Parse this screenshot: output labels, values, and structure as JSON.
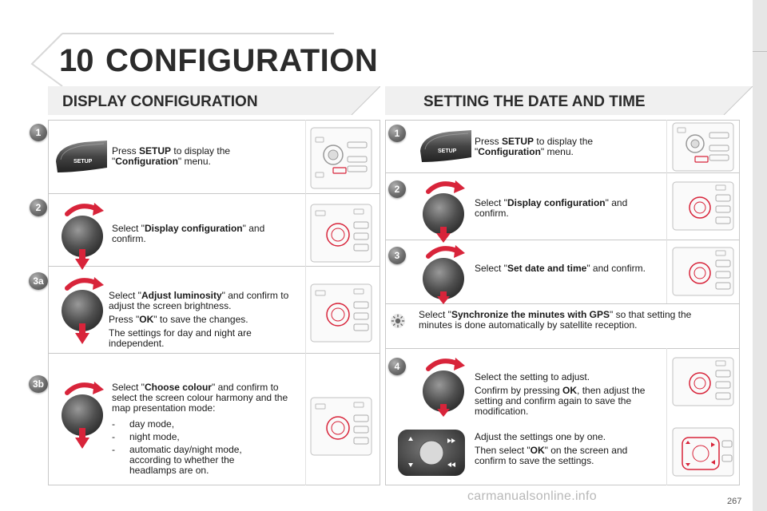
{
  "header": {
    "chapter_number": "10",
    "chapter_title": "CONFIGURATION"
  },
  "left": {
    "heading": "DISPLAY CONFIGURATION",
    "steps": [
      {
        "badge": "1",
        "parts": [
          "Press ",
          "SETUP",
          " to display the \"",
          "Configuration",
          "\" menu."
        ]
      },
      {
        "badge": "2",
        "parts": [
          "Select \"",
          "Display configuration",
          "\" and confirm."
        ]
      },
      {
        "badge": "3a",
        "p1": [
          "Select \"",
          "Adjust luminosity",
          "\" and confirm to adjust the screen brightness."
        ],
        "p2": [
          "Press \"",
          "OK",
          "\" to save the changes."
        ],
        "p3": "The settings for day and night are independent."
      },
      {
        "badge": "3b",
        "p1": [
          "Select \"",
          "Choose colour",
          "\" and confirm to select the screen colour harmony and the map presentation mode:"
        ],
        "list": [
          "day mode,",
          "night mode,",
          "automatic day/night mode, according to whether the headlamps are on."
        ]
      }
    ]
  },
  "right": {
    "heading": "SETTING THE DATE AND TIME",
    "steps": [
      {
        "badge": "1",
        "parts": [
          "Press ",
          "SETUP",
          " to display the \"",
          "Configuration",
          "\" menu."
        ]
      },
      {
        "badge": "2",
        "parts": [
          "Select \"",
          "Display configuration",
          "\" and confirm."
        ]
      },
      {
        "badge": "3",
        "parts": [
          "Select \"",
          "Set date and time",
          "\" and confirm."
        ]
      },
      {
        "note": [
          "Select \"",
          "Synchronize the minutes with GPS",
          "\" so that setting the minutes is done automatically by satellite reception."
        ]
      },
      {
        "badge": "4",
        "p1": "Select the setting to adjust.",
        "p2": [
          "Confirm by pressing ",
          "OK",
          ", then adjust the setting and confirm again to save the modification."
        ],
        "p3": "Adjust the settings one by one.",
        "p4": [
          "Then select \"",
          "OK",
          "\" on the screen and confirm to save the settings."
        ]
      }
    ]
  },
  "setup_button_label": "SETUP",
  "page_number": "267",
  "watermark": "carmanualsonline.info",
  "colors": {
    "accent_red": "#d8243a",
    "text": "#1a1a1a",
    "border": "#c8c8c8",
    "badge": "#6d6d6d"
  }
}
